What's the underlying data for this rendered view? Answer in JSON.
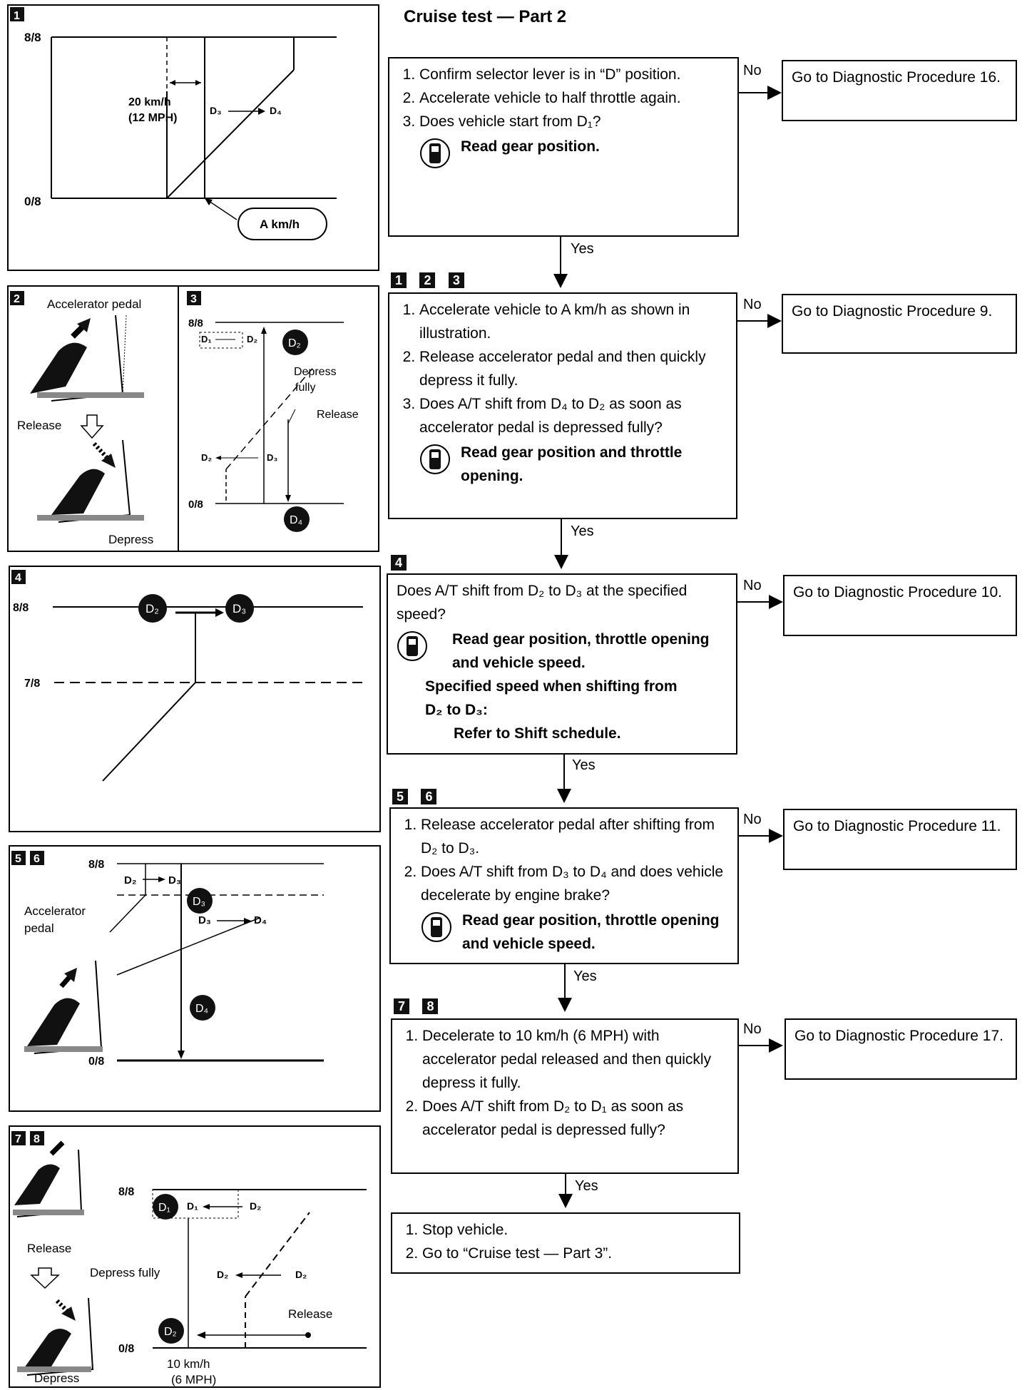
{
  "title": "Cruise test — Part 2",
  "labels": {
    "yes": "Yes",
    "no": "No",
    "consult": "Read gear position."
  },
  "steps": [
    {
      "markers": [],
      "items": [
        "Confirm selector lever is in “D” position.",
        "Accelerate vehicle to half throttle again.",
        "Does vehicle start from D₁?"
      ],
      "consult": "Read gear position.",
      "no_target": "Go to Diagnostic Procedure 16."
    },
    {
      "markers": [
        "1",
        "2",
        "3"
      ],
      "items": [
        "Accelerate vehicle to A km/h as shown in illustration.",
        "Release accelerator pedal and then quickly depress it fully.",
        "Does A/T shift from D₄ to D₂ as soon as accelerator pedal is depressed fully?"
      ],
      "consult": "Read gear position and throttle opening.",
      "no_target": "Go to Diagnostic Procedure 9."
    },
    {
      "markers": [
        "4"
      ],
      "question": "Does A/T shift from D₂ to D₃ at the specified speed?",
      "consult": "Read gear position, throttle opening and vehicle speed.",
      "spec_line1": "Specified speed when shifting from",
      "spec_line2": "D₂ to D₃:",
      "spec_line3": "Refer to Shift schedule.",
      "no_target": "Go to Diagnostic Procedure 10."
    },
    {
      "markers": [
        "5",
        "6"
      ],
      "items": [
        "Release accelerator pedal after shifting from D₂ to D₃.",
        "Does A/T shift from D₃ to D₄ and does vehicle decelerate by engine brake?"
      ],
      "consult": "Read gear position, throttle opening and vehicle speed.",
      "no_target": "Go to Diagnostic Procedure 11."
    },
    {
      "markers": [
        "7",
        "8"
      ],
      "items": [
        "Decelerate to 10 km/h (6 MPH) with accelerator pedal released and then quickly depress it fully.",
        "Does A/T shift from D₂ to D₁ as soon as accelerator pedal is depressed fully?"
      ],
      "no_target": "Go to Diagnostic Procedure 17."
    }
  ],
  "final_items": [
    "Stop vehicle.",
    "Go to “Cruise test — Part 3”."
  ],
  "figures": {
    "fig1": {
      "marker": "1",
      "top": "8/8",
      "bottom": "0/8",
      "offset": "20 km/h",
      "offset_mph": "(12 MPH)",
      "shift_from": "D₃",
      "shift_to": "D₄",
      "speed": "A km/h"
    },
    "fig2": {
      "marker": "2",
      "pedal": "Accelerator pedal",
      "release": "Release",
      "depress": "Depress"
    },
    "fig3": {
      "marker": "3",
      "top": "8/8",
      "bottom": "0/8",
      "d1": "D₁",
      "d2": "D₂",
      "d3": "D₃",
      "d4": "D₄",
      "depress": "Depress",
      "fully": "fully",
      "release": "Release"
    },
    "fig4": {
      "marker": "4",
      "top": "8/8",
      "mid": "7/8",
      "d2": "D₂",
      "d3": "D₃"
    },
    "fig56": {
      "marker1": "5",
      "marker2": "6",
      "pedal1": "Accelerator",
      "pedal2": "pedal",
      "top": "8/8",
      "bottom": "0/8",
      "d2": "D₂",
      "d3": "D₃",
      "d4": "D₄"
    },
    "fig78": {
      "marker1": "7",
      "marker2": "8",
      "top": "8/8",
      "bottom": "0/8",
      "release": "Release",
      "depress_fully": "Depress fully",
      "depress": "Depress",
      "d1": "D₁",
      "d2": "D₂",
      "speed1": "10 km/h",
      "speed2": "(6 MPH)"
    }
  }
}
